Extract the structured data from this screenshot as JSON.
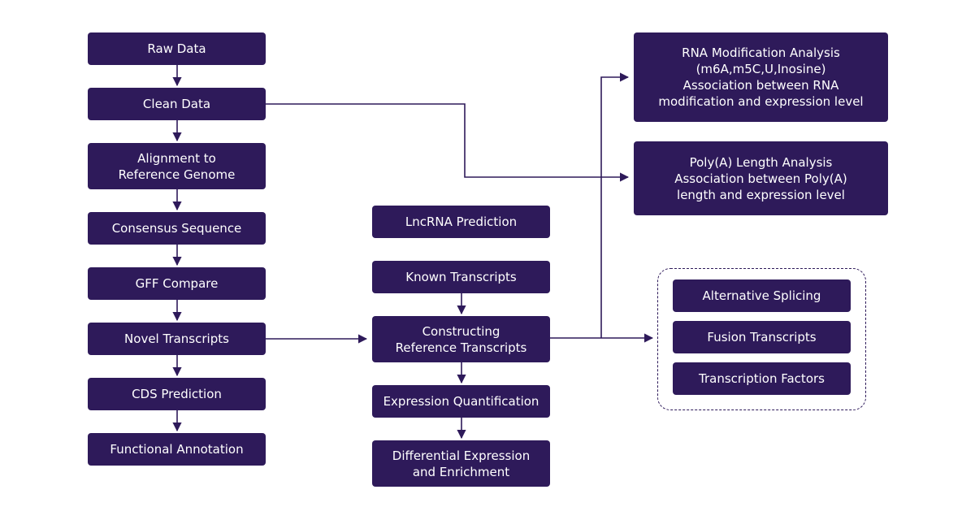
{
  "colors": {
    "box_fill": "#2e1a5a",
    "box_text": "#ffffff",
    "connector": "#2e1a5a",
    "background": "#ffffff"
  },
  "left_column": {
    "raw_data": "Raw Data",
    "clean_data": "Clean Data",
    "alignment": "Alignment to\nReference Genome",
    "consensus": "Consensus Sequence",
    "gff_compare": "GFF Compare",
    "novel_transcripts": "Novel Transcripts",
    "cds_prediction": "CDS Prediction",
    "functional_annotation": "Functional Annotation"
  },
  "middle_column": {
    "lncrna_prediction": "LncRNA Prediction",
    "known_transcripts": "Known Transcripts",
    "constructing_reference": "Constructing\nReference Transcripts",
    "expression_quantification": "Expression Quantification",
    "differential_expression": "Differential Expression\nand Enrichment"
  },
  "right_column": {
    "rna_modification": "RNA Modification Analysis\n(m6A,m5C,U,Inosine)\nAssociation between RNA\nmodification and expression level",
    "polya_length": "Poly(A) Length Analysis\nAssociation between Poly(A)\nlength and expression level"
  },
  "analysis_group": {
    "alternative_splicing": "Alternative Splicing",
    "fusion_transcripts": "Fusion Transcripts",
    "transcription_factors": "Transcription Factors"
  }
}
